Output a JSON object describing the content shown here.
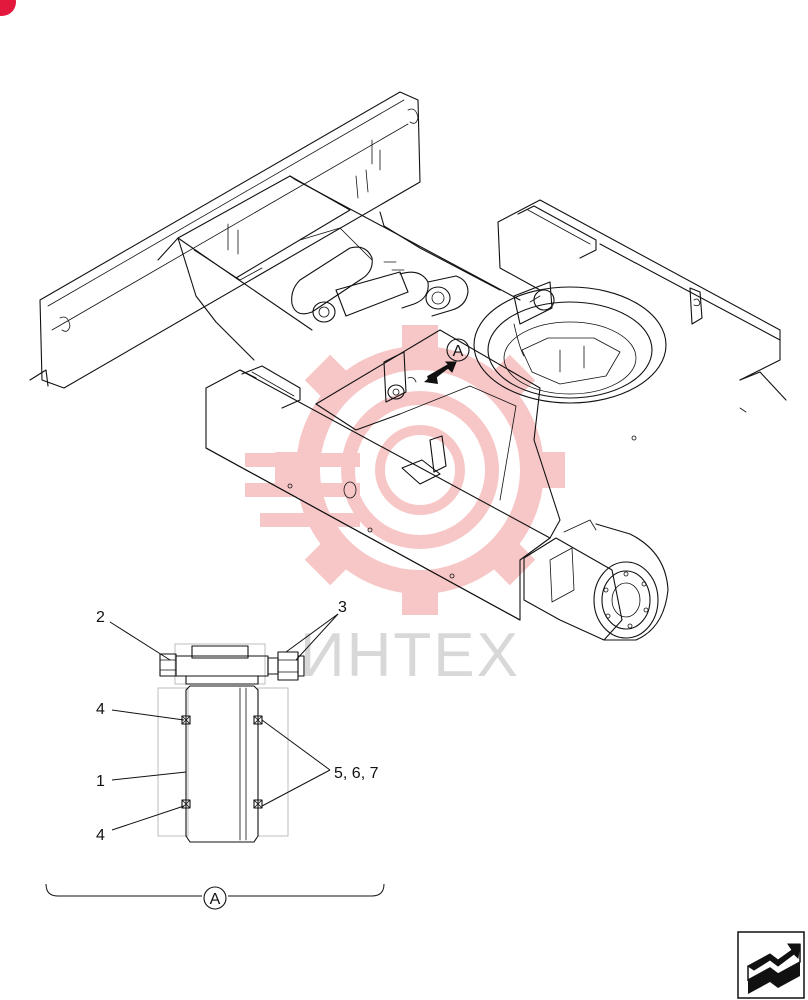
{
  "colors": {
    "line": "#111111",
    "watermark_red": "#e84a4a",
    "watermark_gray": "#d8d8d8",
    "corner_mark": "#e3183d"
  },
  "icons": {
    "corner_mark": "red-dot-icon",
    "nav": "return-arrow-icon",
    "watermark": "gear-logo-icon"
  },
  "watermark": {
    "text": "ИНТЕХ"
  },
  "main_view": {
    "view_marker": "A"
  },
  "detail_a": {
    "callouts": {
      "c1": "1",
      "c2": "2",
      "c3": "3",
      "c4_top": "4",
      "c4_bottom": "4",
      "c567": "5, 6, 7"
    },
    "bracket_label": "A"
  }
}
